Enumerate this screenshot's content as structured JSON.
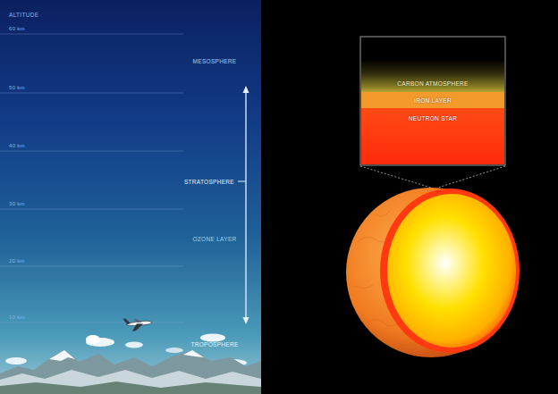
{
  "diagram": {
    "nodes": [
      {
        "text": [
          "CARBON ATMOSPHERE"
        ]
      },
      {
        "text": [
          "IRON LAYER"
        ]
      },
      {
        "text": [
          "NEUTRON STAR"
        ]
      }
    ],
    "labels": [
      "ALTITUDE",
      "60 km",
      "MESOSPHERE",
      "50 km",
      "40 km",
      "STRATOSPHERE",
      "30 km",
      "OZONE LAYER",
      "20 km",
      "10 km",
      "TROPOSPHERE"
    ]
  }
}
